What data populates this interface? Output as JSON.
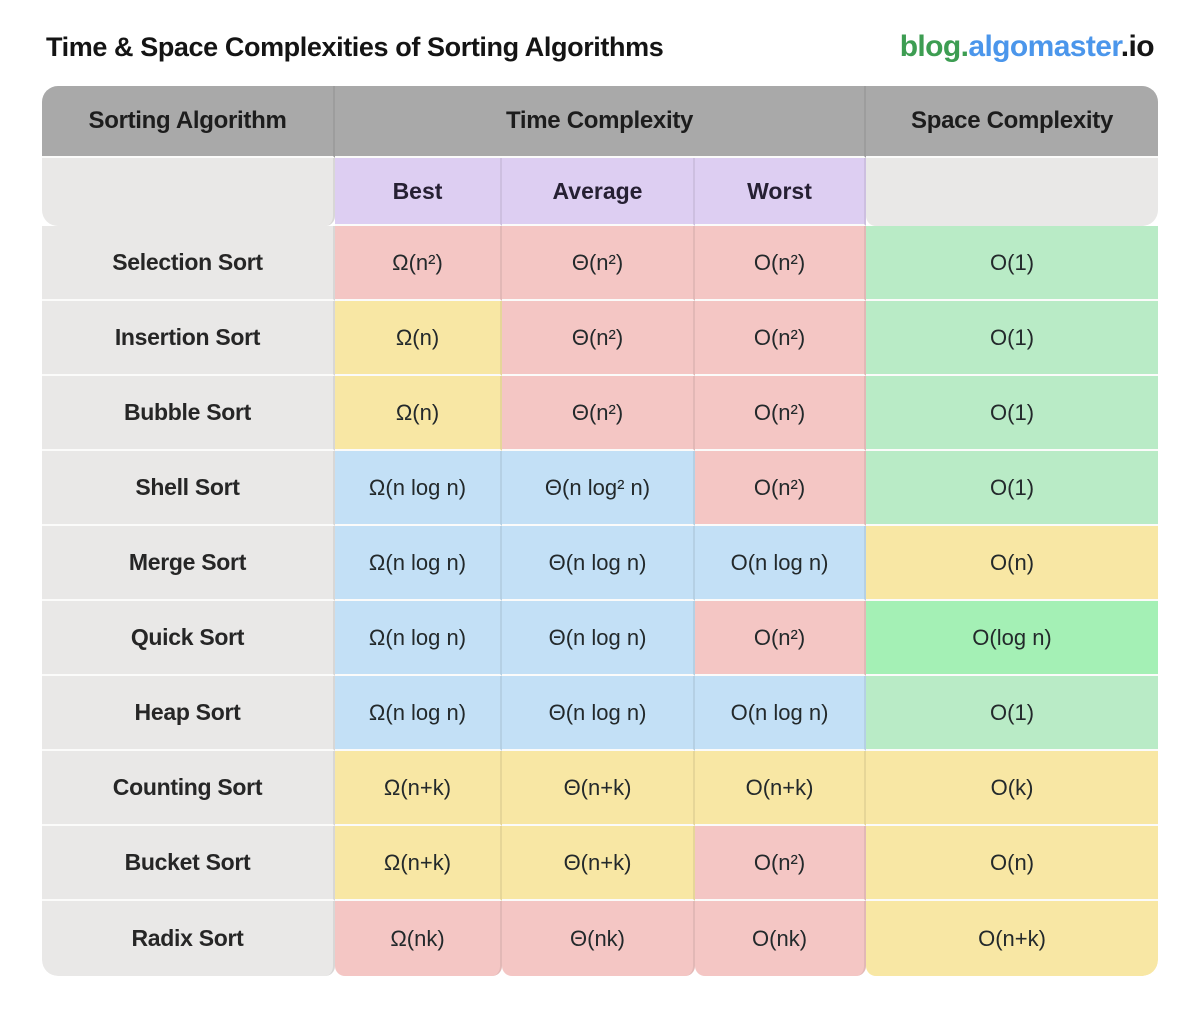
{
  "header": {
    "title": "Time & Space Complexities of Sorting Algorithms"
  },
  "brand": {
    "blog": "blog",
    "dot1": ".",
    "domain": "algomaster",
    "dot2": ".",
    "tld": "io"
  },
  "colors": {
    "red": "#f4c6c4",
    "yellow": "#f8e7a4",
    "blue": "#c3e0f6",
    "green": "#b9ebc6",
    "bright_green": "#a4f0b5",
    "purple": "#ddcef2",
    "header_gray": "#a9a9a9",
    "light_gray": "#e9e8e7"
  },
  "table_headers": {
    "col_algorithm": "Sorting Algorithm",
    "group_time": "Time Complexity",
    "col_space": "Space Complexity",
    "sub": [
      "Best",
      "Average",
      "Worst"
    ]
  },
  "chart_data": {
    "type": "table",
    "title": "Time & Space Complexities of Sorting Algorithms",
    "columns": [
      "Sorting Algorithm",
      "Best",
      "Average",
      "Worst",
      "Space Complexity"
    ],
    "column_groups": [
      {
        "label": "Time Complexity",
        "spans": [
          "Best",
          "Average",
          "Worst"
        ]
      }
    ],
    "rows": [
      {
        "name": "Selection Sort",
        "cells": [
          {
            "text": "Ω(n²)",
            "color": "red"
          },
          {
            "text": "Θ(n²)",
            "color": "red"
          },
          {
            "text": "O(n²)",
            "color": "red"
          },
          {
            "text": "O(1)",
            "color": "green"
          }
        ]
      },
      {
        "name": "Insertion Sort",
        "cells": [
          {
            "text": "Ω(n)",
            "color": "yellow"
          },
          {
            "text": "Θ(n²)",
            "color": "red"
          },
          {
            "text": "O(n²)",
            "color": "red"
          },
          {
            "text": "O(1)",
            "color": "green"
          }
        ]
      },
      {
        "name": "Bubble Sort",
        "cells": [
          {
            "text": "Ω(n)",
            "color": "yellow"
          },
          {
            "text": "Θ(n²)",
            "color": "red"
          },
          {
            "text": "O(n²)",
            "color": "red"
          },
          {
            "text": "O(1)",
            "color": "green"
          }
        ]
      },
      {
        "name": "Shell Sort",
        "cells": [
          {
            "text": "Ω(n log n)",
            "color": "blue"
          },
          {
            "text": "Θ(n log² n)",
            "color": "blue"
          },
          {
            "text": "O(n²)",
            "color": "red"
          },
          {
            "text": "O(1)",
            "color": "green"
          }
        ]
      },
      {
        "name": "Merge Sort",
        "cells": [
          {
            "text": "Ω(n log n)",
            "color": "blue"
          },
          {
            "text": "Θ(n log n)",
            "color": "blue"
          },
          {
            "text": "O(n log n)",
            "color": "blue"
          },
          {
            "text": "O(n)",
            "color": "yellow"
          }
        ]
      },
      {
        "name": "Quick Sort",
        "cells": [
          {
            "text": "Ω(n log n)",
            "color": "blue"
          },
          {
            "text": "Θ(n log n)",
            "color": "blue"
          },
          {
            "text": "O(n²)",
            "color": "red"
          },
          {
            "text": "O(log n)",
            "color": "bright_green"
          }
        ]
      },
      {
        "name": "Heap Sort",
        "cells": [
          {
            "text": "Ω(n log n)",
            "color": "blue"
          },
          {
            "text": "Θ(n log n)",
            "color": "blue"
          },
          {
            "text": "O(n log n)",
            "color": "blue"
          },
          {
            "text": "O(1)",
            "color": "green"
          }
        ]
      },
      {
        "name": "Counting Sort",
        "cells": [
          {
            "text": "Ω(n+k)",
            "color": "yellow"
          },
          {
            "text": "Θ(n+k)",
            "color": "yellow"
          },
          {
            "text": "O(n+k)",
            "color": "yellow"
          },
          {
            "text": "O(k)",
            "color": "yellow"
          }
        ]
      },
      {
        "name": "Bucket Sort",
        "cells": [
          {
            "text": "Ω(n+k)",
            "color": "yellow"
          },
          {
            "text": "Θ(n+k)",
            "color": "yellow"
          },
          {
            "text": "O(n²)",
            "color": "red"
          },
          {
            "text": "O(n)",
            "color": "yellow"
          }
        ]
      },
      {
        "name": "Radix Sort",
        "cells": [
          {
            "text": "Ω(nk)",
            "color": "red"
          },
          {
            "text": "Θ(nk)",
            "color": "red"
          },
          {
            "text": "O(nk)",
            "color": "red"
          },
          {
            "text": "O(n+k)",
            "color": "yellow"
          }
        ]
      }
    ]
  }
}
